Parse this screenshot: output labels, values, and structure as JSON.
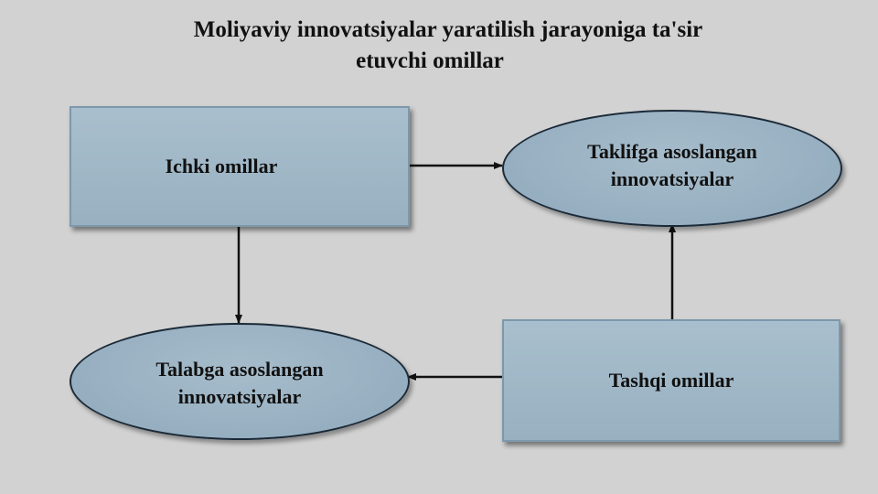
{
  "title": {
    "line1": "Moliyaviy innovatsiyalar yaratilish jarayoniga ta'sir",
    "line2": "etuvchi omillar"
  },
  "nodes": {
    "internal": "Ichki omillar",
    "external": "Tashqi omillar",
    "supply_line1": "Taklifga asoslangan",
    "supply_line2": "innovatsiyalar",
    "demand_line1": "Talabga asoslangan",
    "demand_line2": "innovatsiyalar"
  }
}
